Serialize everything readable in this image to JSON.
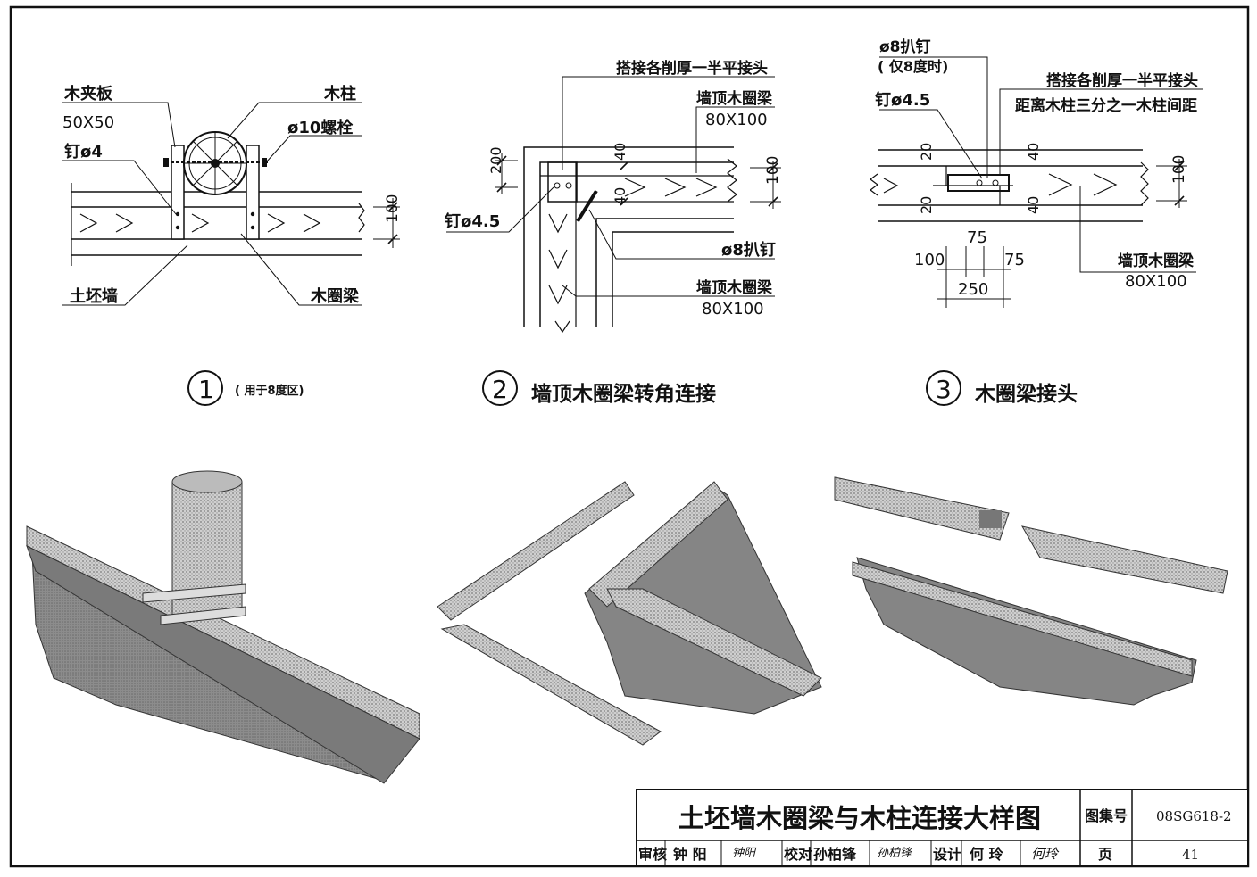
{
  "detail1": {
    "label_wood_clamp": "木夹板",
    "label_clamp_size": "50X50",
    "label_nail": "钉ø4",
    "label_column": "木柱",
    "label_bolt": "ø10螺栓",
    "label_dim": "100",
    "label_wall": "土坯墙",
    "label_ringbeam": "木圈梁",
    "caption_num": "1",
    "caption_text": "( 用于8度区)"
  },
  "detail2": {
    "label_lap": "搭接各削厚一半平接头",
    "label_beam": "墙顶木圈梁",
    "label_beam_size": "80X100",
    "dim_200": "200",
    "dim_40a": "40",
    "dim_40b": "40",
    "dim_100": "100",
    "label_nail": "钉ø4.5",
    "label_cramp": "ø8扒钉",
    "label_beam2": "墙顶木圈梁",
    "label_beam2_size": "80X100",
    "caption_num": "2",
    "caption_text": "墙顶木圈梁转角连接"
  },
  "detail3": {
    "label_cramp": "ø8扒钉",
    "label_cramp_note": "( 仅8度时)",
    "label_lap": "搭接各削厚一半平接头",
    "label_distance": "距离木柱三分之一木柱间距",
    "label_nail": "钉ø4.5",
    "dim_20a": "20",
    "dim_20b": "20",
    "dim_40a": "40",
    "dim_40b": "40",
    "dim_100": "100",
    "dim_75a": "75",
    "dim_100b": "100",
    "dim_75b": "75",
    "dim_250": "250",
    "label_beam": "墙顶木圈梁",
    "label_beam_size": "80X100",
    "caption_num": "3",
    "caption_text": "木圈梁接头"
  },
  "titleblock": {
    "title": "土坯墙木圈梁与木柱连接大样图",
    "atlas_label": "图集号",
    "atlas_no": "08SG618-2",
    "review_label": "审核",
    "review_name": "钟 阳",
    "review_sign": "钟阳",
    "check_label": "校对",
    "check_name": "孙柏锋",
    "check_sign": "孙柏锋",
    "design_label": "设计",
    "design_name": "何 玲",
    "design_sign": "何玲",
    "page_label": "页",
    "page_no": "41"
  }
}
